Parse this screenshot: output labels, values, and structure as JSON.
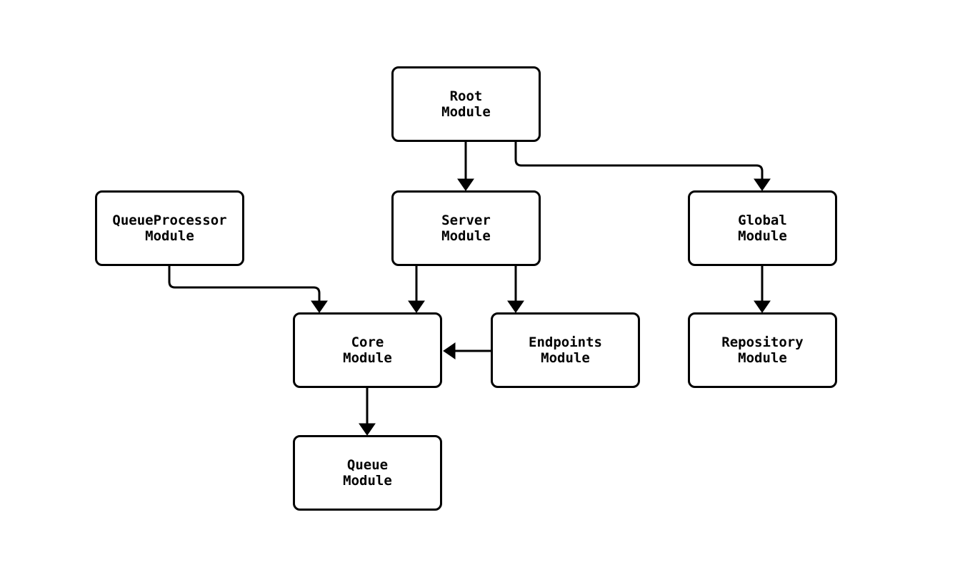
{
  "diagram": {
    "colors": {
      "stroke": "#000000",
      "fill": "#ffffff",
      "text": "#000000",
      "background": "#ffffff"
    },
    "nodes": {
      "root": {
        "line1": "Root",
        "line2": "Module"
      },
      "queueprocessor": {
        "line1": "QueueProcessor",
        "line2": "Module"
      },
      "server": {
        "line1": "Server",
        "line2": "Module"
      },
      "global": {
        "line1": "Global",
        "line2": "Module"
      },
      "core": {
        "line1": "Core",
        "line2": "Module"
      },
      "endpoints": {
        "line1": "Endpoints",
        "line2": "Module"
      },
      "repository": {
        "line1": "Repository",
        "line2": "Module"
      },
      "queue": {
        "line1": "Queue",
        "line2": "Module"
      }
    },
    "edges": [
      {
        "from": "Root Module",
        "to": "Server Module"
      },
      {
        "from": "Root Module",
        "to": "Global Module"
      },
      {
        "from": "QueueProcessor Module",
        "to": "Core Module"
      },
      {
        "from": "Server Module",
        "to": "Core Module"
      },
      {
        "from": "Server Module",
        "to": "Endpoints Module"
      },
      {
        "from": "Endpoints Module",
        "to": "Core Module"
      },
      {
        "from": "Global Module",
        "to": "Repository Module"
      },
      {
        "from": "Core Module",
        "to": "Queue Module"
      }
    ]
  }
}
